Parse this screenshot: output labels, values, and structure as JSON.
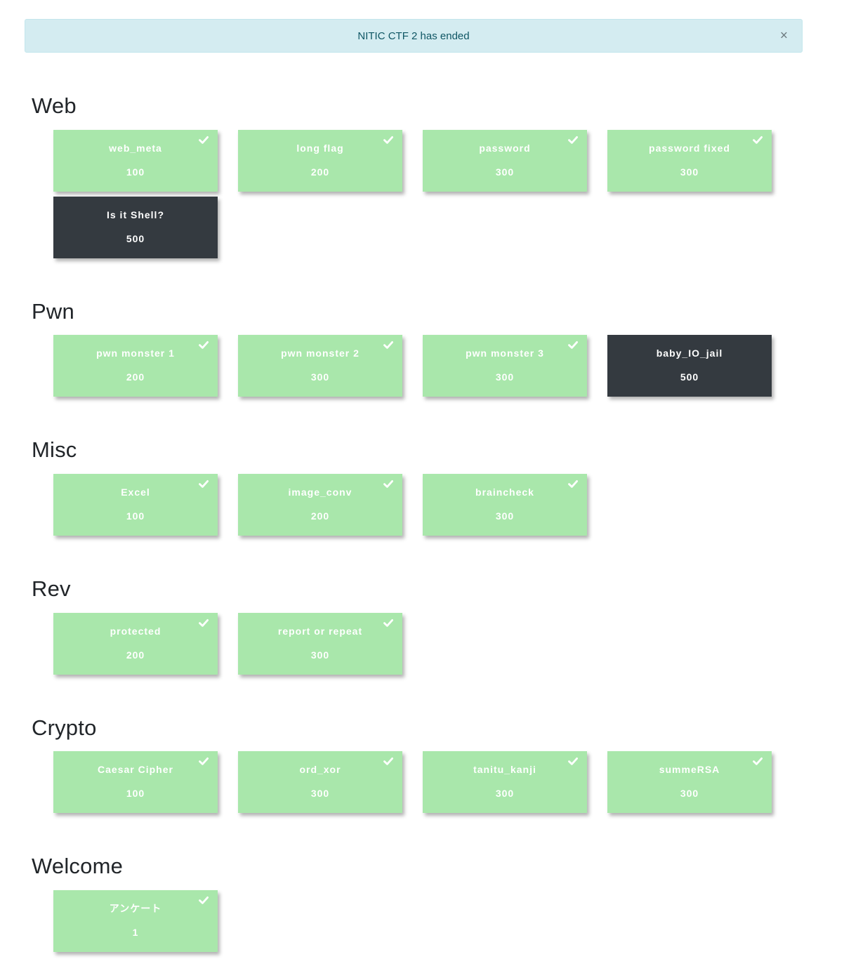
{
  "banner": {
    "text": "NITIC CTF 2 has ended",
    "close_label": "×"
  },
  "colors": {
    "solved_bg": "#a9e7ab",
    "unsolved_bg": "#343a40",
    "banner_bg": "#d4ecf1",
    "banner_text": "#0f5664",
    "card_text": "#ffffff"
  },
  "categories": [
    {
      "name": "Web",
      "challenges": [
        {
          "name": "web_meta",
          "points": "100",
          "solved": true
        },
        {
          "name": "long flag",
          "points": "200",
          "solved": true
        },
        {
          "name": "password",
          "points": "300",
          "solved": true
        },
        {
          "name": "password fixed",
          "points": "300",
          "solved": true
        },
        {
          "name": "Is it Shell?",
          "points": "500",
          "solved": false
        }
      ]
    },
    {
      "name": "Pwn",
      "challenges": [
        {
          "name": "pwn monster 1",
          "points": "200",
          "solved": true
        },
        {
          "name": "pwn monster 2",
          "points": "300",
          "solved": true
        },
        {
          "name": "pwn monster 3",
          "points": "300",
          "solved": true
        },
        {
          "name": "baby_IO_jail",
          "points": "500",
          "solved": false
        }
      ]
    },
    {
      "name": "Misc",
      "challenges": [
        {
          "name": "Excel",
          "points": "100",
          "solved": true
        },
        {
          "name": "image_conv",
          "points": "200",
          "solved": true
        },
        {
          "name": "braincheck",
          "points": "300",
          "solved": true
        }
      ]
    },
    {
      "name": "Rev",
      "challenges": [
        {
          "name": "protected",
          "points": "200",
          "solved": true
        },
        {
          "name": "report or repeat",
          "points": "300",
          "solved": true
        }
      ]
    },
    {
      "name": "Crypto",
      "challenges": [
        {
          "name": "Caesar Cipher",
          "points": "100",
          "solved": true
        },
        {
          "name": "ord_xor",
          "points": "300",
          "solved": true
        },
        {
          "name": "tanitu_kanji",
          "points": "300",
          "solved": true
        },
        {
          "name": "summeRSA",
          "points": "300",
          "solved": true
        }
      ]
    },
    {
      "name": "Welcome",
      "challenges": [
        {
          "name": "アンケート",
          "points": "1",
          "solved": true
        }
      ]
    }
  ]
}
